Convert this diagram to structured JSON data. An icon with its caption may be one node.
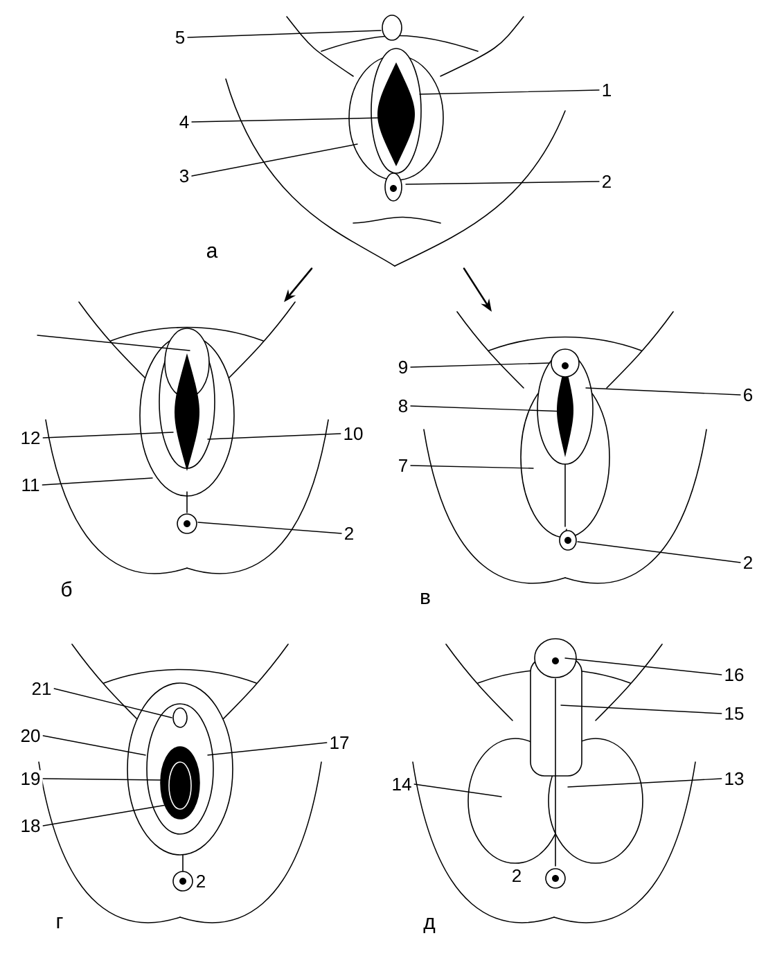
{
  "diagram": {
    "nodes": [
      {
        "text": [
          "а"
        ]
      },
      {
        "text": [
          "б"
        ]
      },
      {
        "text": [
          "в"
        ]
      },
      {
        "text": [
          "г"
        ]
      },
      {
        "text": [
          "д"
        ]
      },
      {
        "text": [
          "5"
        ]
      },
      {
        "text": [
          "1"
        ]
      },
      {
        "text": [
          "4"
        ]
      },
      {
        "text": [
          "3"
        ]
      },
      {
        "text": [
          "2"
        ]
      },
      {
        "text": [
          "12"
        ]
      },
      {
        "text": [
          "10"
        ]
      },
      {
        "text": [
          "11"
        ]
      },
      {
        "text": [
          "2"
        ]
      },
      {
        "text": [
          "9"
        ]
      },
      {
        "text": [
          "6"
        ]
      },
      {
        "text": [
          "8"
        ]
      },
      {
        "text": [
          "7"
        ]
      },
      {
        "text": [
          "2"
        ]
      },
      {
        "text": [
          "21"
        ]
      },
      {
        "text": [
          "20"
        ]
      },
      {
        "text": [
          "17"
        ]
      },
      {
        "text": [
          "19"
        ]
      },
      {
        "text": [
          "18"
        ]
      },
      {
        "text": [
          "16"
        ]
      },
      {
        "text": [
          "15"
        ]
      },
      {
        "text": [
          "14"
        ]
      },
      {
        "text": [
          "13"
        ]
      }
    ],
    "edges": [
      {
        "from": 0,
        "to": 1,
        "arrow": "to"
      },
      {
        "from": 0,
        "to": 2,
        "arrow": "to"
      },
      {
        "from": 5,
        "to": 0,
        "arrow": "none"
      },
      {
        "from": 6,
        "to": 0,
        "arrow": "none"
      },
      {
        "from": 7,
        "to": 0,
        "arrow": "none"
      },
      {
        "from": 8,
        "to": 0,
        "arrow": "none"
      },
      {
        "from": 9,
        "to": 0,
        "arrow": "none"
      },
      {
        "from": null,
        "to": 1,
        "arrow": "none"
      },
      {
        "from": 10,
        "to": 1,
        "arrow": "none"
      },
      {
        "from": 11,
        "to": 1,
        "arrow": "none"
      },
      {
        "from": 12,
        "to": 1,
        "arrow": "none"
      },
      {
        "from": 13,
        "to": 1,
        "arrow": "none"
      },
      {
        "from": 14,
        "to": 2,
        "arrow": "none"
      },
      {
        "from": 15,
        "to": 2,
        "arrow": "none"
      },
      {
        "from": 16,
        "to": 2,
        "arrow": "none"
      },
      {
        "from": 17,
        "to": 2,
        "arrow": "none"
      },
      {
        "from": 18,
        "to": 2,
        "arrow": "none"
      },
      {
        "from": 19,
        "to": 3,
        "arrow": "none"
      },
      {
        "from": 20,
        "to": 3,
        "arrow": "none"
      },
      {
        "from": 21,
        "to": 3,
        "arrow": "none"
      },
      {
        "from": 22,
        "to": 3,
        "arrow": "none"
      },
      {
        "from": 23,
        "to": 3,
        "arrow": "none"
      },
      {
        "from": 24,
        "to": 4,
        "arrow": "none"
      },
      {
        "from": 25,
        "to": 4,
        "arrow": "none"
      },
      {
        "from": 26,
        "to": 4,
        "arrow": "none"
      },
      {
        "from": 27,
        "to": 4,
        "arrow": "none"
      }
    ],
    "labels": [
      "2",
      "2"
    ]
  }
}
